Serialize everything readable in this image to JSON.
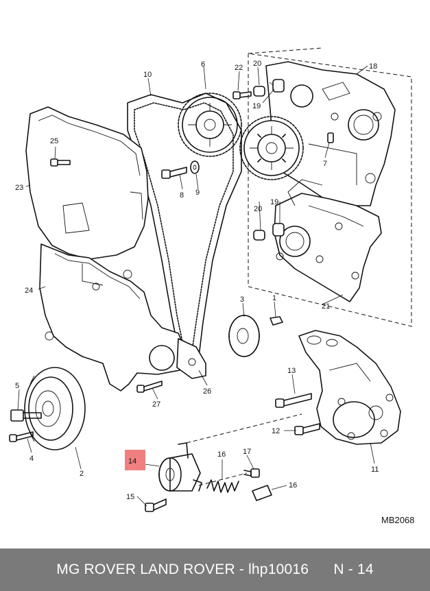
{
  "diagram": {
    "code": "MB2068",
    "highlight_color": "#f08080",
    "callouts": [
      {
        "id": "c1",
        "text": "1"
      },
      {
        "id": "c2",
        "text": "2"
      },
      {
        "id": "c3",
        "text": "3"
      },
      {
        "id": "c4",
        "text": "4"
      },
      {
        "id": "c5",
        "text": "5"
      },
      {
        "id": "c6",
        "text": "6"
      },
      {
        "id": "c7",
        "text": "7"
      },
      {
        "id": "c8",
        "text": "8"
      },
      {
        "id": "c9",
        "text": "9"
      },
      {
        "id": "c10",
        "text": "10"
      },
      {
        "id": "c11",
        "text": "11"
      },
      {
        "id": "c12",
        "text": "12"
      },
      {
        "id": "c13",
        "text": "13"
      },
      {
        "id": "c14",
        "text": "14"
      },
      {
        "id": "c15",
        "text": "15"
      },
      {
        "id": "c16a",
        "text": "16"
      },
      {
        "id": "c16b",
        "text": "16"
      },
      {
        "id": "c17",
        "text": "17"
      },
      {
        "id": "c18",
        "text": "18"
      },
      {
        "id": "c19a",
        "text": "19"
      },
      {
        "id": "c19b",
        "text": "19"
      },
      {
        "id": "c20a",
        "text": "20"
      },
      {
        "id": "c20b",
        "text": "20"
      },
      {
        "id": "c21",
        "text": "21"
      },
      {
        "id": "c22",
        "text": "22"
      },
      {
        "id": "c23",
        "text": "23"
      },
      {
        "id": "c24",
        "text": "24"
      },
      {
        "id": "c25",
        "text": "25"
      },
      {
        "id": "c26",
        "text": "26"
      },
      {
        "id": "c27",
        "text": "27"
      }
    ]
  },
  "footer": {
    "title": "MG ROVER LAND ROVER - lhp10016",
    "page": "N - 14"
  }
}
